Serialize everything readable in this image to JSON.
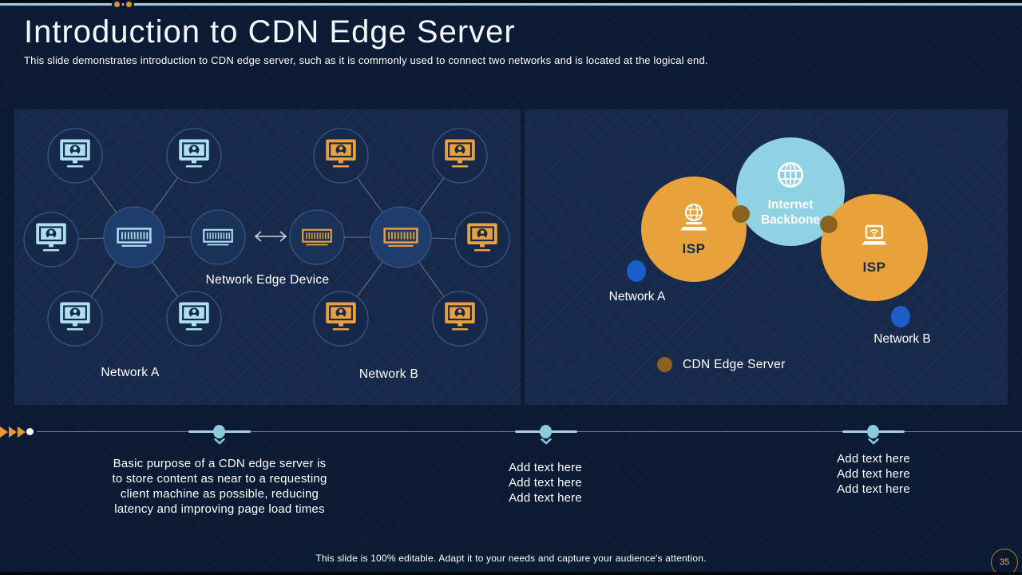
{
  "slide": {
    "title": "Introduction to CDN Edge Server",
    "subtitle": "This slide demonstrates introduction to CDN edge server, such as it is commonly used to connect two networks and is located at the logical end.",
    "footer": "This slide is 100% editable. Adapt it to your needs and capture your audience's attention.",
    "page_number": "35"
  },
  "left_diagram": {
    "edge_device_label": "Network Edge Device",
    "network_a_label": "Network A",
    "network_b_label": "Network B"
  },
  "right_diagram": {
    "backbone_label": "Internet Backbone",
    "isp_left_label": "ISP",
    "isp_right_label": "ISP",
    "network_a_label": "Network A",
    "network_b_label": "Network B",
    "legend_label": "CDN Edge Server"
  },
  "timeline": {
    "items": [
      {
        "lines": [
          "Basic purpose of a CDN edge server is",
          "to store content as near to a requesting",
          "client machine as possible, reducing",
          "latency and improving page load times"
        ]
      },
      {
        "lines": [
          "Add text here",
          "Add text here",
          "Add text here"
        ]
      },
      {
        "lines": [
          "Add text here",
          "Add text here",
          "Add text here"
        ]
      }
    ]
  },
  "icons": {
    "workstation": "monitor-user-icon",
    "edge_device": "network-hub-icon",
    "backbone": "globe-icon",
    "isp_left": "globe-laptop-icon",
    "isp_right": "laptop-wifi-icon"
  },
  "colors": {
    "background": "#0c1a33",
    "panel_background": "#182a4b",
    "accent_line": "#a9c7df",
    "gold_dot": "#d2973b",
    "orange_circle": "#e9a23b",
    "light_blue_icon": "#aedff0",
    "backbone_fill": "#8fd2e4",
    "network_dot_blue": "#1b5ec9",
    "cdn_dot_brown": "#8a6220",
    "timeline_accent": "#a9d0e4",
    "text": "#ffffff"
  }
}
